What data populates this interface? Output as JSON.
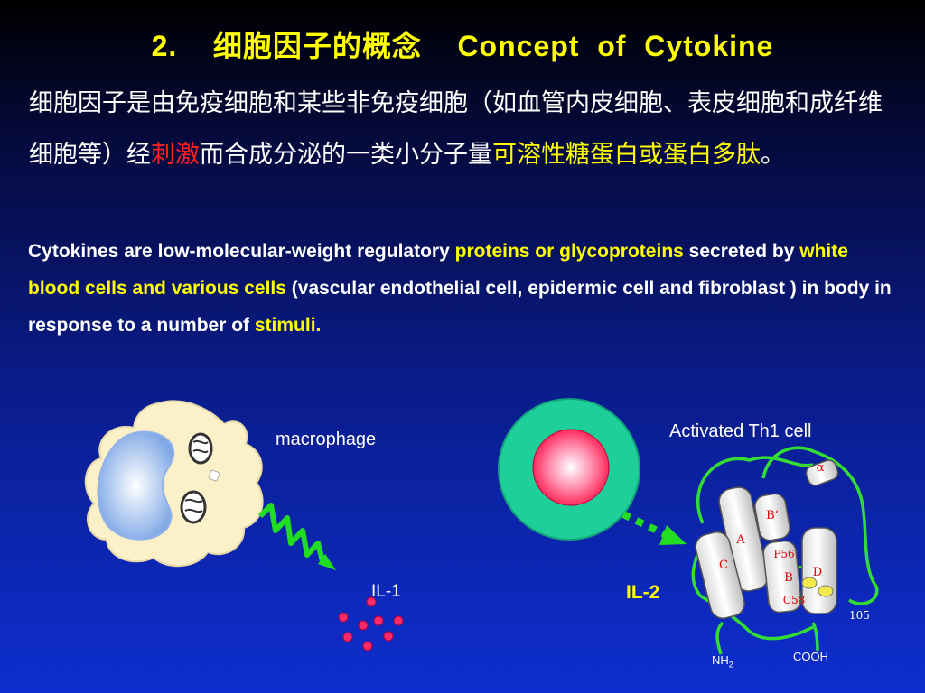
{
  "slide": {
    "title": "2.    细胞因子的概念    Concept  of  Cytokine",
    "zh_def": {
      "part1": "细胞因子是由免疫细胞和某些非免疫细胞（如血管内皮细胞、表皮细胞和成纤维细胞等）经",
      "hl1": "刺激",
      "part2": "而合成分泌的一类小分子量",
      "hl2": "可溶性糖蛋白或蛋白多肽",
      "end": "。"
    },
    "en_def": {
      "p1": " Cytokines are low-molecular-weight regulatory ",
      "h1": "proteins or glycoproteins",
      "p2": " secreted by ",
      "h2": "white blood cells and various cells",
      "p3": " (vascular endothelial cell, epidermic cell and fibroblast ) in body in response to a number of ",
      "h3": "stimuli."
    }
  },
  "diagram": {
    "macrophage_label": "macrophage",
    "il1_label": "IL-1",
    "th1_label": "Activated  Th1 cell",
    "il2_label": "IL-2",
    "helix_labels": {
      "alpha": "α",
      "b_prime": "B’",
      "a": "A",
      "c": "C",
      "p56": "P56",
      "b": "B",
      "d": "D",
      "c58": "C58"
    },
    "residue_number": "105",
    "nh_text": "NH",
    "nh_sub": "2",
    "cooh": "COOH"
  },
  "colors": {
    "title": "#ffff00",
    "highlight_red": "#ff2020",
    "highlight_yellow": "#ffff00",
    "cell_outer": "#1fcf9a",
    "cell_inner": "#ff2a5a",
    "macrophage_body": "#fbf0c8",
    "nucleus": "#a9c6ee",
    "protein_chain": "#33dd33",
    "cytokine_dots": "#ff2a6a"
  }
}
